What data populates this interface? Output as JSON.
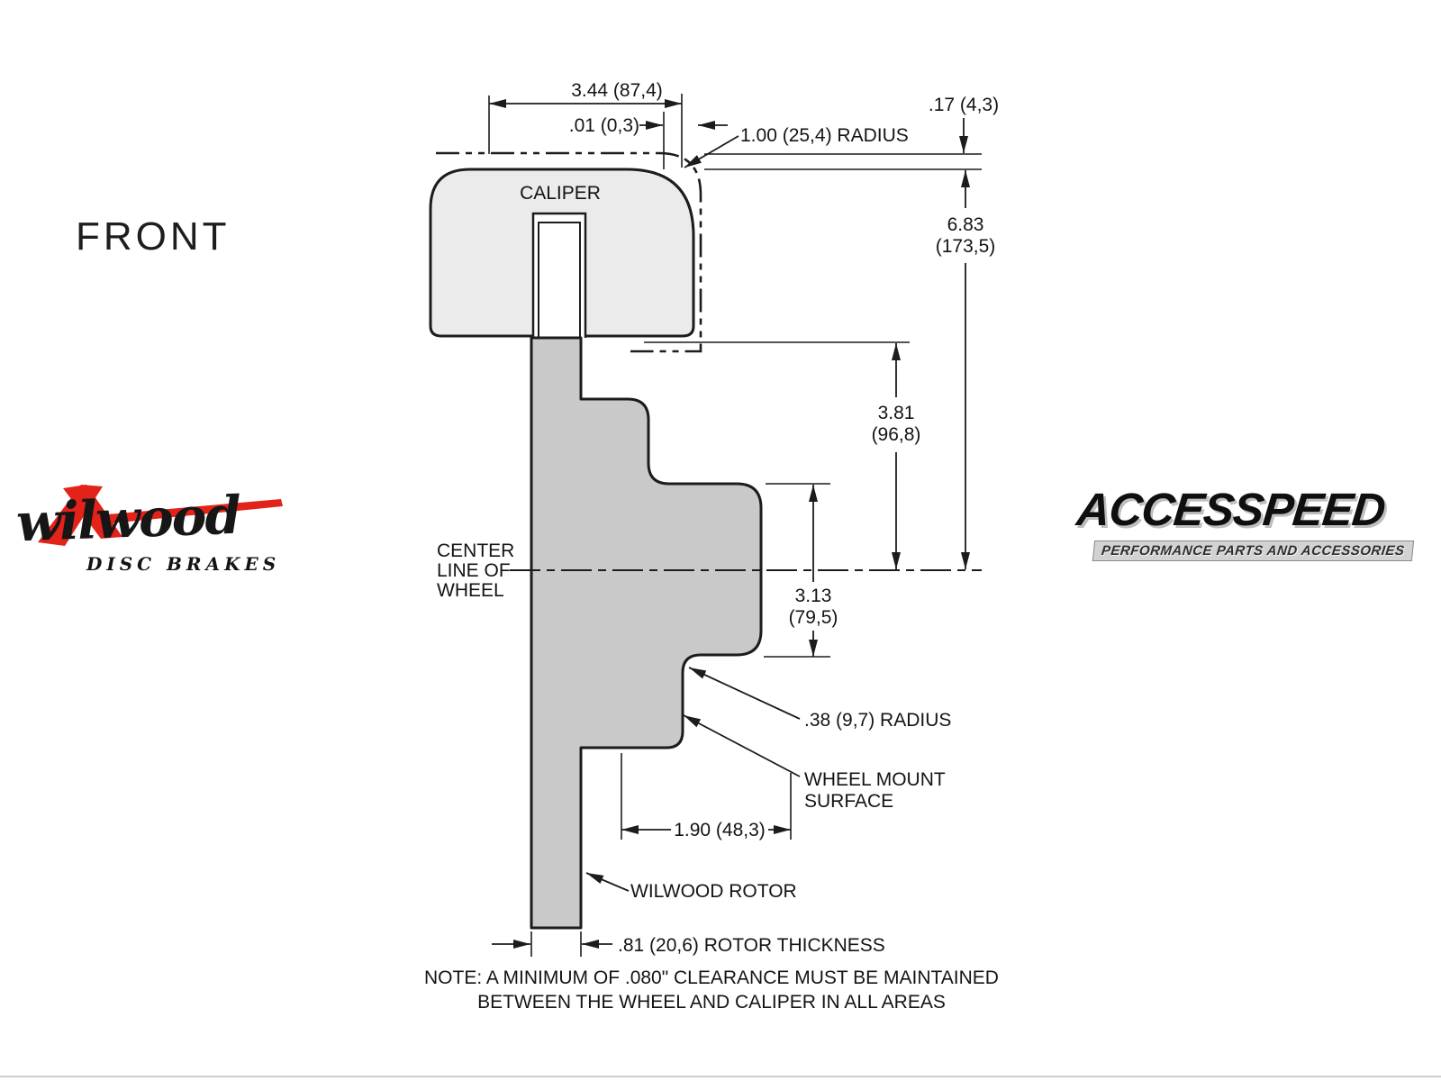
{
  "page": {
    "view_label": "FRONT",
    "note_line1": "NOTE: A MINIMUM OF .080\" CLEARANCE MUST BE MAINTAINED",
    "note_line2": "BETWEEN THE WHEEL AND CALIPER IN ALL AREAS"
  },
  "logos": {
    "wilwood": {
      "name": "wilwood",
      "tagline": "DISC BRAKES"
    },
    "accesspeed": {
      "name": "ACCESSPEED",
      "tagline": "PERFORMANCE PARTS AND ACCESSORIES"
    }
  },
  "diagram": {
    "caliper_label": "CALIPER",
    "centerline": {
      "line1": "CENTER",
      "line2": "LINE OF",
      "line3": "WHEEL"
    },
    "labels": {
      "caliper_radius": "1.00 (25,4) RADIUS",
      "fillet_radius": ".38 (9,7) RADIUS",
      "wheel_mount_line1": "WHEEL MOUNT",
      "wheel_mount_line2": "SURFACE",
      "rotor": "WILWOOD ROTOR",
      "rotor_thickness": ".81 (20,6) ROTOR THICKNESS"
    },
    "dimensions": {
      "top_width": "3.44 (87,4)",
      "caliper_wheel_gap": ".01 (0,3)",
      "top_clearance": ".17 (4,3)",
      "overall_height_in": "6.83",
      "overall_height_mm": "(173,5)",
      "caliper_to_centerline_in": "3.81",
      "caliper_to_centerline_mm": "(96,8)",
      "flange_depth_in": "3.13",
      "flange_depth_mm": "(79,5)",
      "mount_offset": "1.90 (48,3)"
    }
  },
  "colors": {
    "caliper_fill": "#ebebeb",
    "rotor_fill": "#c9c9c9",
    "line": "#1c1c1c",
    "wilwood_red": "#e32219"
  }
}
